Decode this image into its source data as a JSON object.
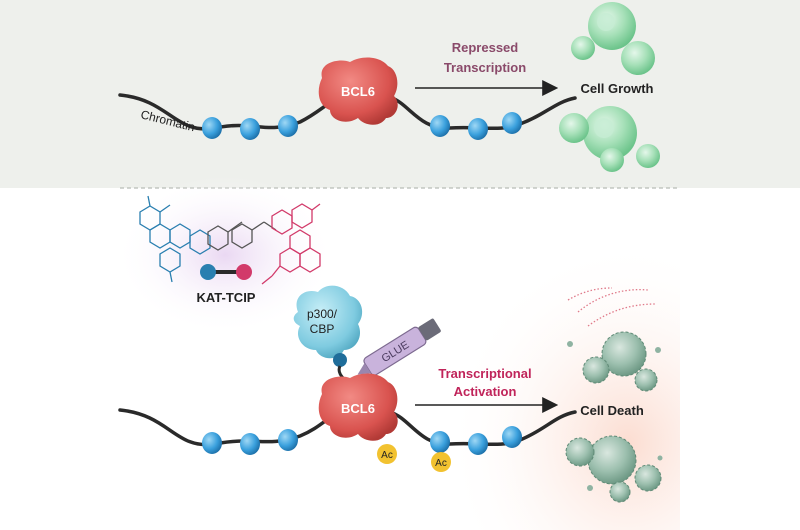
{
  "top_panel": {
    "chromatin_label": "Chromatin",
    "protein_label": "BCL6",
    "arrow_label_line1": "Repressed",
    "arrow_label_line2": "Transcription",
    "outcome_label": "Cell Growth",
    "arrow_label_color": "#8a4a6a",
    "panel_bg": "#eef0ec"
  },
  "bottom_panel": {
    "molecule_label": "KAT-TCIP",
    "p300_label_line1": "p300/",
    "p300_label_line2": "CBP",
    "glue_label": "GLUE",
    "protein_label": "BCL6",
    "ac_label": "Ac",
    "arrow_label_line1": "Transcriptional",
    "arrow_label_line2": "Activation",
    "outcome_label": "Cell Death",
    "arrow_label_color": "#c0245a"
  },
  "colors": {
    "bcl6": "#d9534f",
    "nucleosome": "#3aa0dd",
    "p300": "#7fcbe0",
    "glue_vial": "#b89ad0",
    "acetyl": "#f2c230",
    "cell": "#8fd6a5",
    "blue_ligand": "#2a7fb0",
    "pink_ligand": "#d23a6a",
    "dna": "#2a2a2a"
  }
}
